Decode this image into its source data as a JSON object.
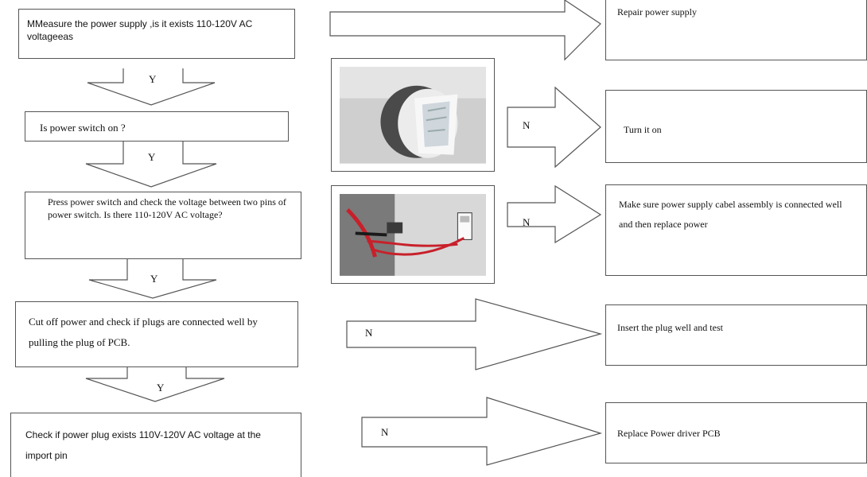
{
  "steps": [
    {
      "text": "MMeasure the power supply ,is it exists 110-120V AC voltageeas",
      "answer": "Y",
      "result": "Repair power    supply"
    },
    {
      "text": "Is    power    switch    on ?",
      "answer": "Y",
      "no": "N",
      "result": "Turn it on"
    },
    {
      "text": "Press power switch and check the voltage between two pins of power switch. Is there 110-120V AC voltage?",
      "answer": "Y",
      "no": "N",
      "result": "Make sure power supply cabel assembly is connected  well  and  then  replace  power"
    },
    {
      "text": "Cut off power and check if    plugs are connected well by pulling the plug of    PCB.",
      "answer": "Y",
      "no": "N",
      "result": "Insert the plug well and test"
    },
    {
      "text": "Check if power plug exists 110V-120V AC voltage at the import pin",
      "no": "N",
      "result": "Replace Power driver    PCB"
    }
  ],
  "colors": {
    "line": "#555555",
    "photo_dark": "#4a4a4a",
    "photo_wall": "#cfcfcf",
    "photo_red": "#c8202a"
  }
}
